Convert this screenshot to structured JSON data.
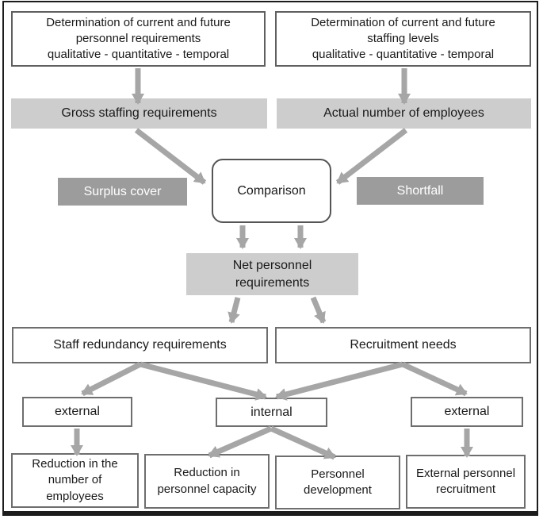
{
  "colors": {
    "light_box": "#cdcdcd",
    "dark_box": "#9c9c9c",
    "arrow": "#a6a6a6",
    "box_border": "#5f5f5f",
    "box_border_light": "#6e6e6e",
    "comparison_border": "#555555",
    "frame": "#1c1c1c",
    "text": "#1a1a1a"
  },
  "diagram": {
    "nodes": {
      "det_requirements": {
        "label": "Determination of current and future\npersonnel requirements\nqualitative - quantitative - temporal"
      },
      "det_staffing": {
        "label": "Determination of current and future\nstaffing levels\nqualitative - quantitative - temporal"
      },
      "gross_staffing": {
        "label": "Gross staffing requirements"
      },
      "actual_employees": {
        "label": "Actual number of employees"
      },
      "surplus_cover": {
        "label": "Surplus cover"
      },
      "comparison": {
        "label": "Comparison"
      },
      "shortfall": {
        "label": "Shortfall"
      },
      "net_requirements": {
        "label": "Net personnel\nrequirements"
      },
      "staff_redundancy": {
        "label": "Staff redundancy requirements"
      },
      "recruitment_needs": {
        "label": "Recruitment needs"
      },
      "external_left": {
        "label": "external"
      },
      "internal": {
        "label": "internal"
      },
      "external_right": {
        "label": "external"
      },
      "reduction_employees": {
        "label": "Reduction in the\nnumber of\nemployees"
      },
      "reduction_capacity": {
        "label": "Reduction in\npersonnel capacity"
      },
      "personnel_development": {
        "label": "Personnel\ndevelopment"
      },
      "external_recruitment": {
        "label": "External personnel\nrecruitment"
      }
    }
  }
}
